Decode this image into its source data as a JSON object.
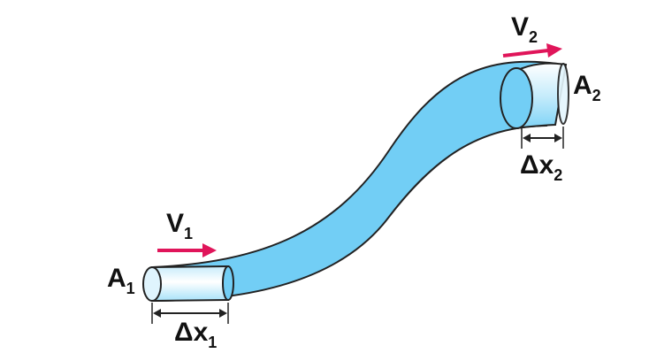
{
  "labels": {
    "v1": {
      "main": "V",
      "sub": "1"
    },
    "v2": {
      "main": "V",
      "sub": "2"
    },
    "a1": {
      "main": "A",
      "sub": "1"
    },
    "a2": {
      "main": "A",
      "sub": "2"
    },
    "dx1": {
      "main": "Δx",
      "sub": "1"
    },
    "dx2": {
      "main": "Δx",
      "sub": "2"
    }
  },
  "colors": {
    "fluid": "#72cef5",
    "fluid_highlight": "#e4f6fd",
    "outline": "#222222",
    "arrow": "#e0155a"
  }
}
